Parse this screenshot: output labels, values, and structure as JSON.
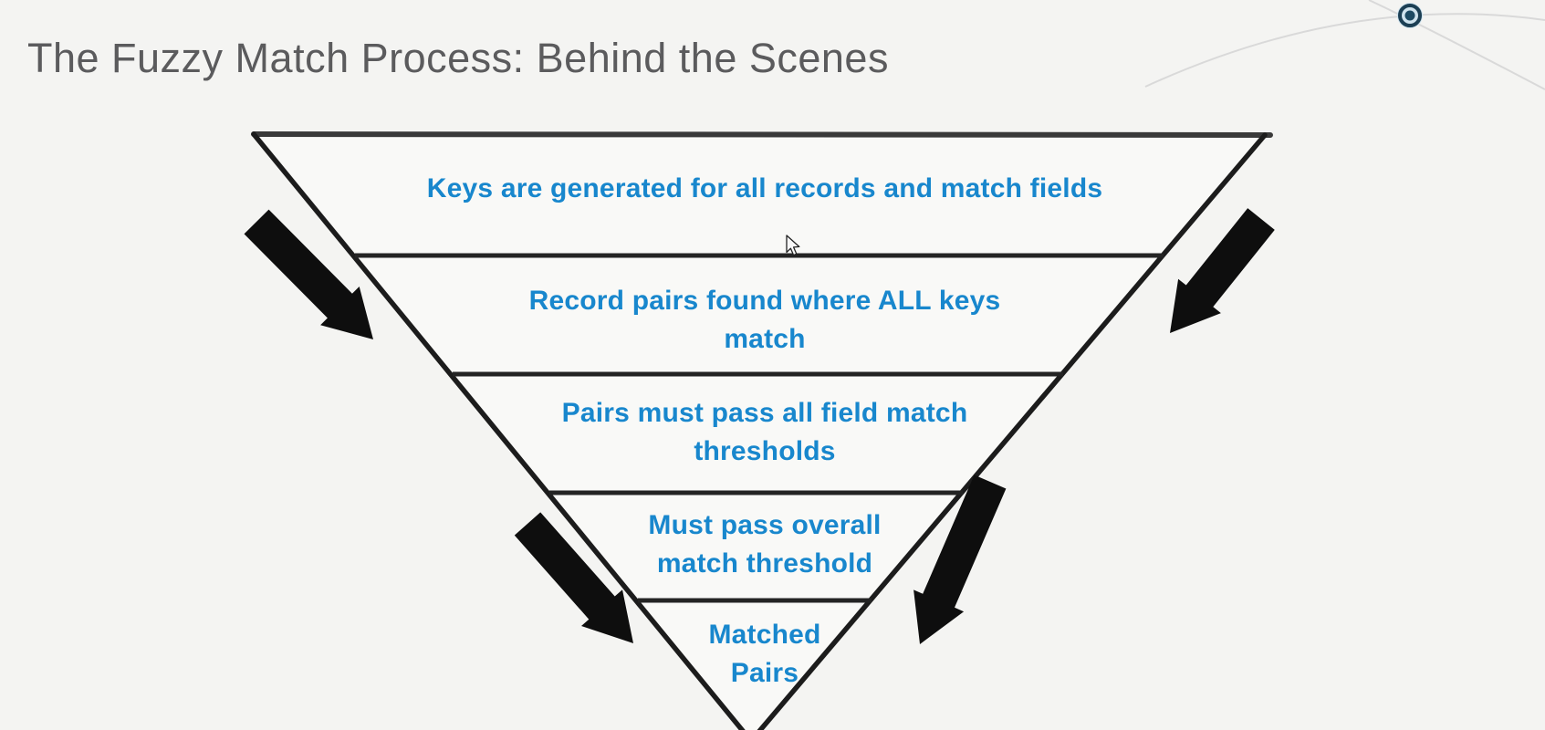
{
  "slide": {
    "title": "The Fuzzy Match Process: Behind the Scenes",
    "funnel": {
      "levels": [
        {
          "label": "Keys are generated for all records and match fields",
          "lines": [
            "Keys are generated for all records and match fields"
          ]
        },
        {
          "label": "Record pairs found where ALL keys match",
          "lines": [
            "Record pairs found where ALL keys",
            "match"
          ]
        },
        {
          "label": "Pairs must pass all field match thresholds",
          "lines": [
            "Pairs must pass all field match",
            "thresholds"
          ]
        },
        {
          "label": "Must pass overall match threshold",
          "lines": [
            "Must pass overall",
            "match threshold"
          ]
        },
        {
          "label": "Matched Pairs",
          "lines": [
            "Matched",
            "Pairs"
          ]
        }
      ]
    },
    "icons": {
      "network_node": "concentric-circle-dot",
      "flow_arrows": "thick-diagonal-inward-arrows",
      "pointer": "mouse-arrow-cursor"
    },
    "colors": {
      "background": "#f4f4f2",
      "surface": "#f9f9f7",
      "title_text": "#5b5b5d",
      "level_text": "#1887cd",
      "line": "#1c1c1c",
      "arrow": "#0e0e0e",
      "arc": "#d9d9d9",
      "node": "#1c3f54"
    }
  }
}
